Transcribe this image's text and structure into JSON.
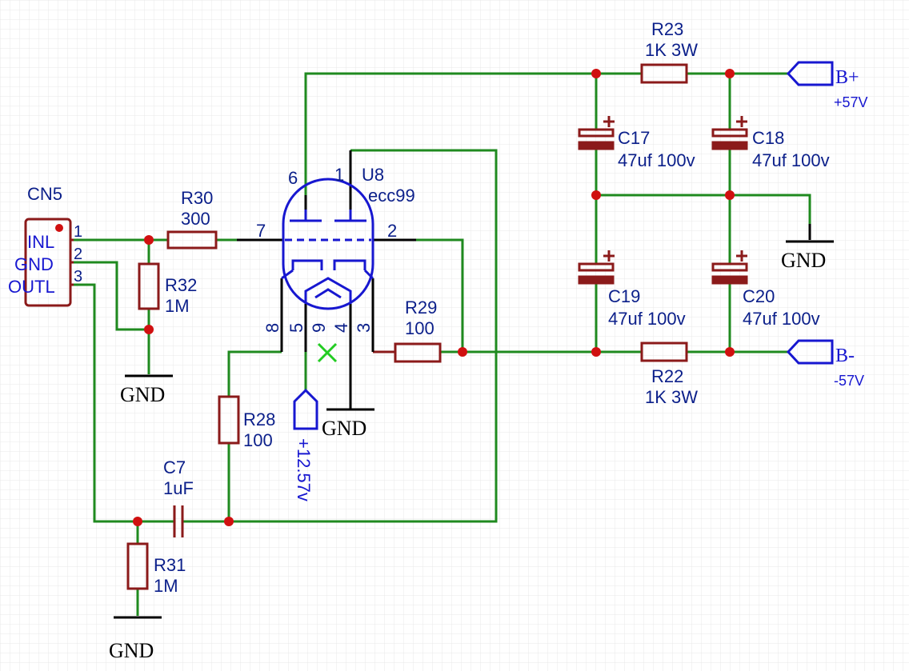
{
  "components": {
    "cn5": {
      "ref": "CN5",
      "pins": [
        "INL",
        "GND",
        "OUTL"
      ],
      "pin_numbers": [
        "1",
        "2",
        "3"
      ]
    },
    "r30": {
      "ref": "R30",
      "value": "300"
    },
    "r32": {
      "ref": "R32",
      "value": "1M"
    },
    "r29": {
      "ref": "R29",
      "value": "100"
    },
    "r28": {
      "ref": "R28",
      "value": "100"
    },
    "r31": {
      "ref": "R31",
      "value": "1M"
    },
    "c7": {
      "ref": "C7",
      "value": "1uF"
    },
    "u8": {
      "ref": "U8",
      "value": "ecc99",
      "pins": {
        "p1": "1",
        "p2": "2",
        "p3": "3",
        "p4": "4",
        "p5": "5",
        "p6": "6",
        "p7": "7",
        "p8": "8",
        "p9": "9"
      }
    },
    "r23": {
      "ref": "R23",
      "value": "1K 3W"
    },
    "r22": {
      "ref": "R22",
      "value": "1K 3W"
    },
    "c17": {
      "ref": "C17",
      "value": "47uf 100v"
    },
    "c18": {
      "ref": "C18",
      "value": "47uf 100v"
    },
    "c19": {
      "ref": "C19",
      "value": "47uf 100v"
    },
    "c20": {
      "ref": "C20",
      "value": "47uf 100v"
    }
  },
  "nets": {
    "bplus": {
      "name": "B+",
      "voltage": "+57V"
    },
    "bminus": {
      "name": "B-",
      "voltage": "-57V"
    },
    "heater": {
      "voltage": "+12.57v"
    },
    "gnd": "GND"
  },
  "colors": {
    "wire": "#1f8a1f",
    "component": "#8b1a1a",
    "junction": "#d01010",
    "label": "#0b1f8a",
    "net": "#1717d0"
  }
}
